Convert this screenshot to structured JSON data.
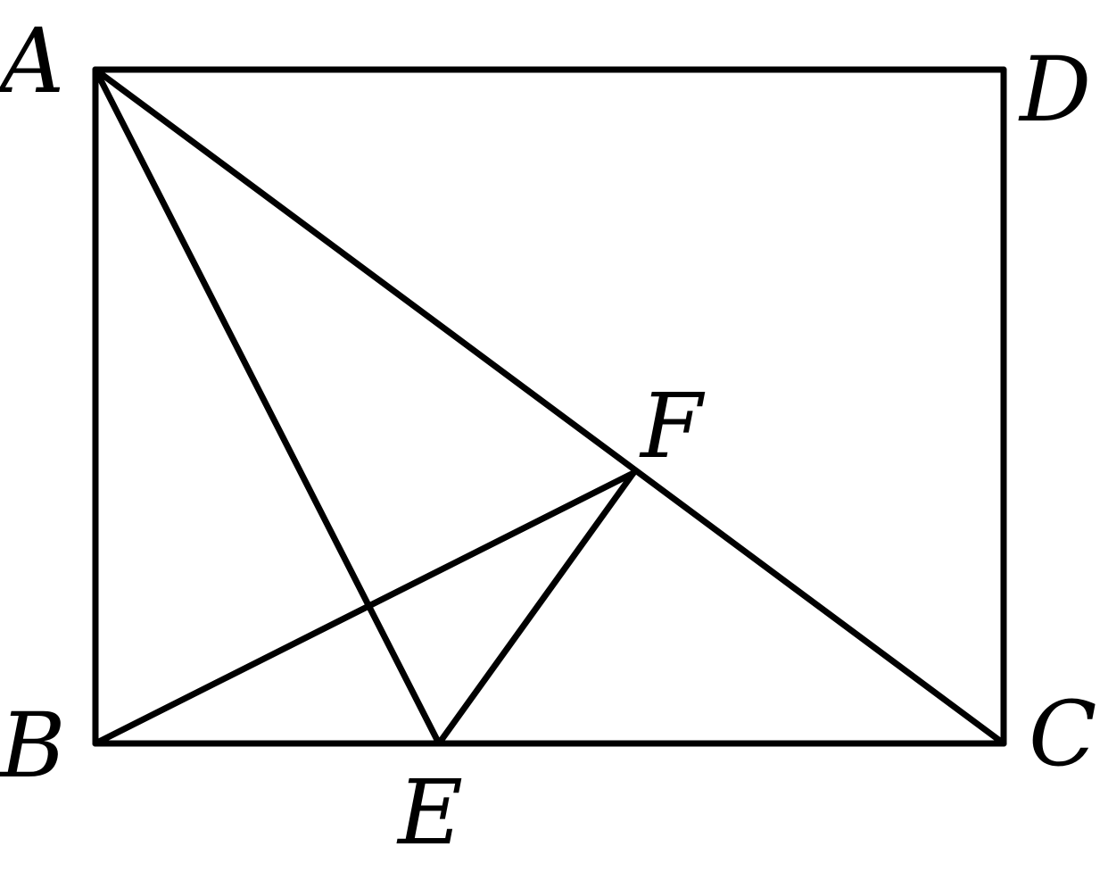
{
  "diagram": {
    "points": [
      {
        "id": "A",
        "label": "A"
      },
      {
        "id": "B",
        "label": "B"
      },
      {
        "id": "C",
        "label": "C"
      },
      {
        "id": "D",
        "label": "D"
      },
      {
        "id": "E",
        "label": "E"
      },
      {
        "id": "F",
        "label": "F"
      }
    ],
    "segments": [
      [
        "A",
        "D"
      ],
      [
        "D",
        "C"
      ],
      [
        "C",
        "B"
      ],
      [
        "B",
        "A"
      ],
      [
        "A",
        "C"
      ],
      [
        "A",
        "E"
      ],
      [
        "B",
        "F"
      ],
      [
        "E",
        "F"
      ]
    ],
    "stroke_color": "#000000"
  }
}
